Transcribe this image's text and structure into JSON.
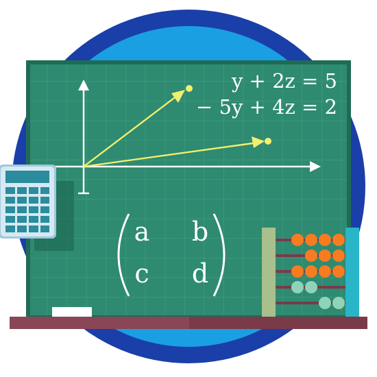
{
  "equations": {
    "line1": "y + 2z = 5",
    "line2": "− 5y + 4z = 2"
  },
  "matrix": {
    "a": "a",
    "b": "b",
    "c": "c",
    "d": "d"
  },
  "colors": {
    "outer_ring": "#1a3fa8",
    "inner_circle": "#1a9fe3",
    "board": "#2e8a70",
    "board_border": "#1f6b56",
    "grid_line": "#3d9e80",
    "vector": "#f2ee6e",
    "axis": "#ffffff",
    "shelf": "#7a3a48",
    "abacus_bead_orange": "#f57c20",
    "abacus_bead_mint": "#8fd4b8",
    "abacus_post_left": "#a9bf8c",
    "abacus_post_right": "#2ab4c8",
    "calculator_body": "#cfe3ee",
    "calculator_key": "#2a8c9c"
  },
  "icons": [
    "calculator-icon",
    "abacus-icon",
    "chalk-icon"
  ]
}
